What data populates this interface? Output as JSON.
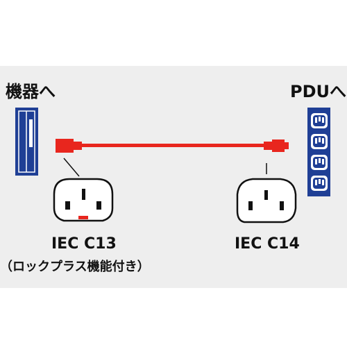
{
  "labels": {
    "device": "機器へ",
    "pdu": "PDUへ",
    "c13_name": "IEC C13",
    "c13_note": "（ロックプラス機能付き）",
    "c14_name": "IEC C14"
  },
  "colors": {
    "background_band": "#eeeeee",
    "cable": "#e8261e",
    "lock_indicator": "#e8261e",
    "device_panel": "#1f3f95",
    "pdu_panel": "#1f3f95",
    "outline": "#111111"
  },
  "pdu": {
    "outlet_count": 4
  }
}
